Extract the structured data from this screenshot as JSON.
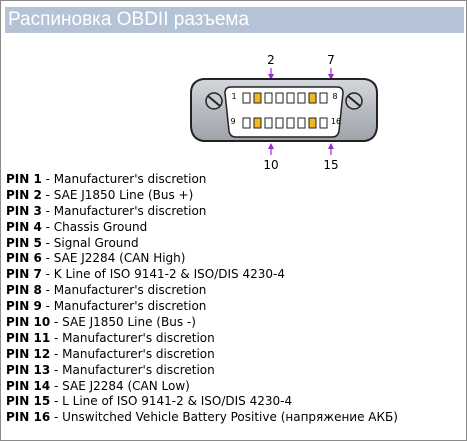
{
  "page": {
    "title": "Распиновка OBDII разъема"
  },
  "diagram": {
    "top_numbers": [
      "2",
      "7"
    ],
    "bottom_numbers": [
      "10",
      "15"
    ],
    "corner_labels": {
      "top_left": "1",
      "top_right": "8",
      "bottom_left": "9",
      "bottom_right": "16"
    },
    "colors": {
      "pin_highlight": "#f0b81e",
      "pin_normal": "#ffffff",
      "arrow": "#9b2bd1",
      "body": "#b8bcc2"
    }
  },
  "pins": [
    {
      "label": "PIN 1",
      "desc": " - Manufacturer's discretion"
    },
    {
      "label": "PIN 2",
      "desc": " - SAE J1850 Line (Bus +)"
    },
    {
      "label": "PIN 3",
      "desc": " - Manufacturer's discretion"
    },
    {
      "label": "PIN 4",
      "desc": " - Chassis Ground"
    },
    {
      "label": "PIN 5",
      "desc": " - Signal Ground"
    },
    {
      "label": "PIN 6",
      "desc": " - SAE J2284 (CAN High)"
    },
    {
      "label": "PIN 7",
      "desc": " - K Line of ISO 9141-2 & ISO/DIS 4230-4"
    },
    {
      "label": "PIN 8",
      "desc": " - Manufacturer's discretion"
    },
    {
      "label": "PIN 9",
      "desc": " - Manufacturer's discretion"
    },
    {
      "label": "PIN 10",
      "desc": " - SAE J1850 Line (Bus -)"
    },
    {
      "label": "PIN 11",
      "desc": " - Manufacturer's discretion"
    },
    {
      "label": "PIN 12",
      "desc": " - Manufacturer's discretion"
    },
    {
      "label": "PIN 13",
      "desc": " - Manufacturer's discretion"
    },
    {
      "label": "PIN 14",
      "desc": " - SAE J2284 (CAN Low)"
    },
    {
      "label": "PIN 15",
      "desc": " - L Line of ISO 9141-2 & ISO/DIS 4230-4"
    },
    {
      "label": "PIN 16",
      "desc": " - Unswitched Vehicle Battery Positive (напряжение АКБ)"
    }
  ]
}
